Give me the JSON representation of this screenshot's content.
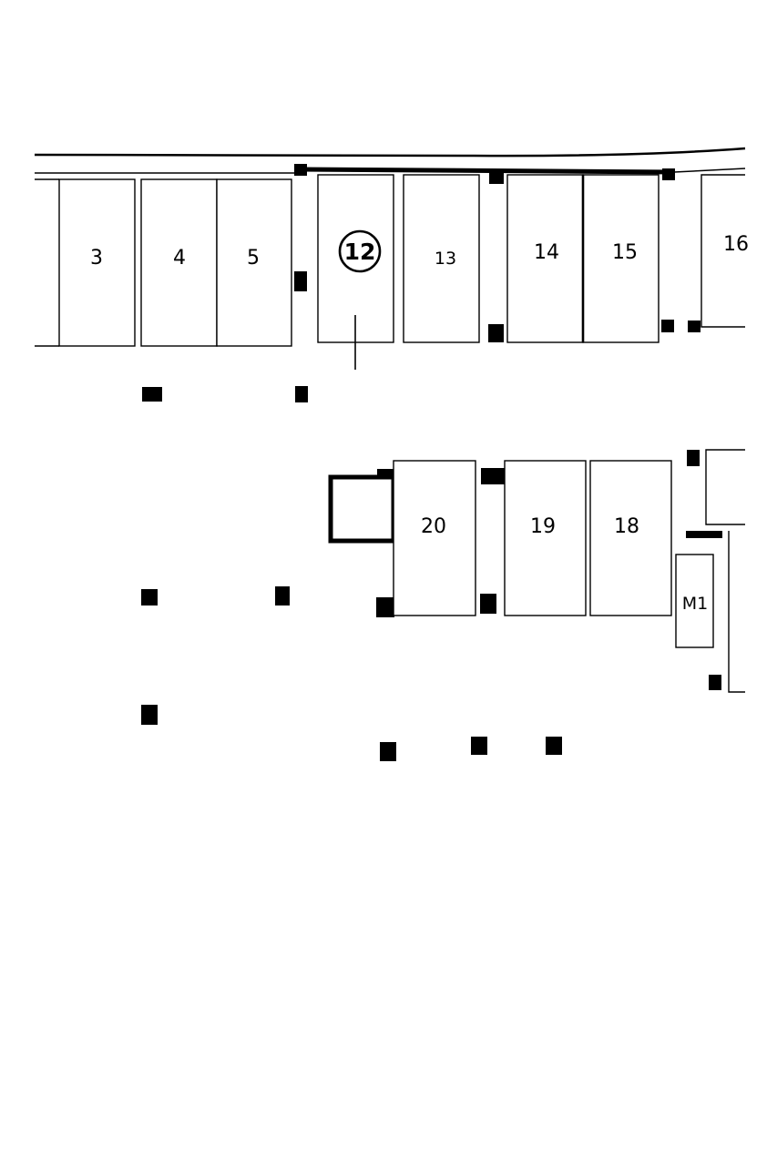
{
  "map": {
    "rooms": [
      {
        "id": "room-3",
        "label": "3"
      },
      {
        "id": "room-4",
        "label": "4"
      },
      {
        "id": "room-5",
        "label": "5"
      },
      {
        "id": "room-12",
        "label": "12",
        "highlighted": true
      },
      {
        "id": "room-13",
        "label": "13"
      },
      {
        "id": "room-14",
        "label": "14"
      },
      {
        "id": "room-15",
        "label": "15"
      },
      {
        "id": "room-16",
        "label": "16"
      },
      {
        "id": "room-20",
        "label": "20"
      },
      {
        "id": "room-19",
        "label": "19"
      },
      {
        "id": "room-18",
        "label": "18"
      },
      {
        "id": "room-m1",
        "label": "M1"
      }
    ]
  }
}
